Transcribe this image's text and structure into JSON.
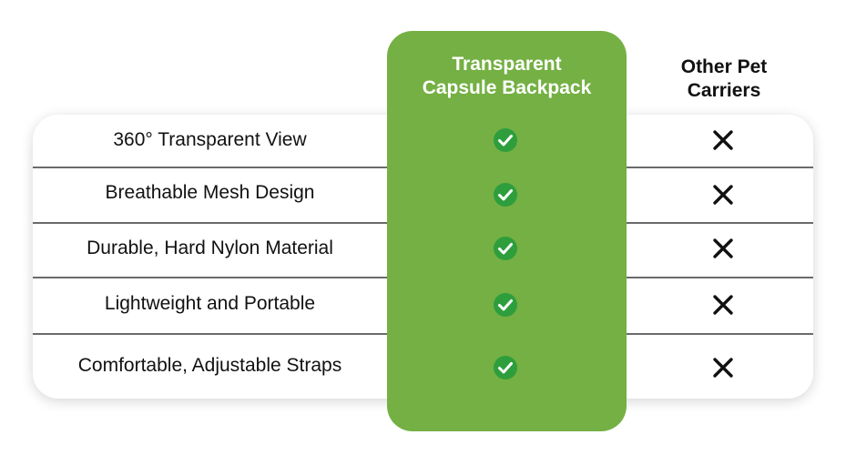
{
  "header": {
    "highlight_col_line1": "Transparent",
    "highlight_col_line2": "Capsule Backpack",
    "other_col_line1": "Other Pet",
    "other_col_line2": "Carriers"
  },
  "rows": [
    {
      "feature": "360° Transparent View",
      "capsule": "check-icon",
      "other": "cross-icon"
    },
    {
      "feature": "Breathable Mesh Design",
      "capsule": "check-icon",
      "other": "cross-icon"
    },
    {
      "feature": "Durable, Hard Nylon Material",
      "capsule": "check-icon",
      "other": "cross-icon"
    },
    {
      "feature": "Lightweight and Portable",
      "capsule": "check-icon",
      "other": "cross-icon"
    },
    {
      "feature": "Comfortable, Adjustable Straps",
      "capsule": "check-icon",
      "other": "cross-icon"
    }
  ],
  "colors": {
    "highlight": "#74b043",
    "check": "#2e9e3d",
    "cross": "#111111",
    "divider": "#6b6b6b"
  }
}
